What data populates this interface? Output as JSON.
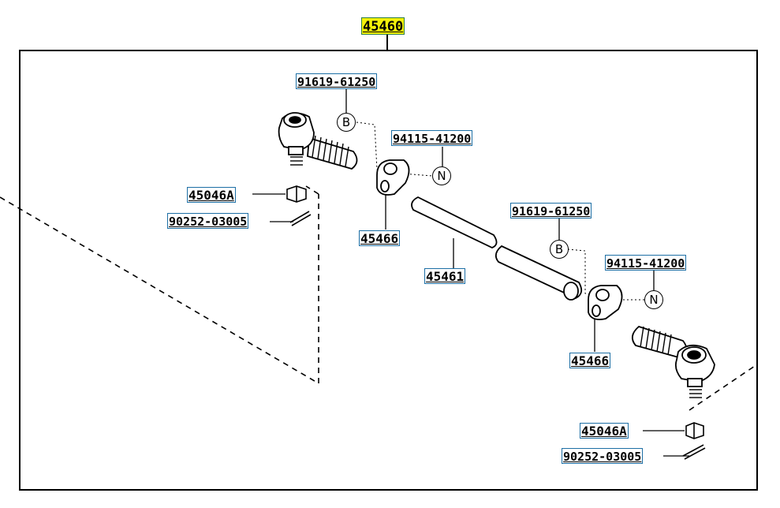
{
  "assembly_label": "45460",
  "labels": {
    "bolt_b_top": "91619-61250",
    "nut_n_top": "94115-41200",
    "clamp_top": "45466",
    "castle_nut_left": "45046A",
    "cotter_pin_left": "90252-03005",
    "tube": "45461",
    "bolt_b_bottom": "91619-61250",
    "nut_n_bottom": "94115-41200",
    "clamp_bottom": "45466",
    "castle_nut_right": "45046A",
    "cotter_pin_right": "90252-03005"
  },
  "callouts": {
    "bolt_symbol": "B",
    "nut_symbol": "N"
  },
  "colors": {
    "highlight": "#f4f10a",
    "label_border": "#1d6fa5",
    "line": "#000000"
  }
}
